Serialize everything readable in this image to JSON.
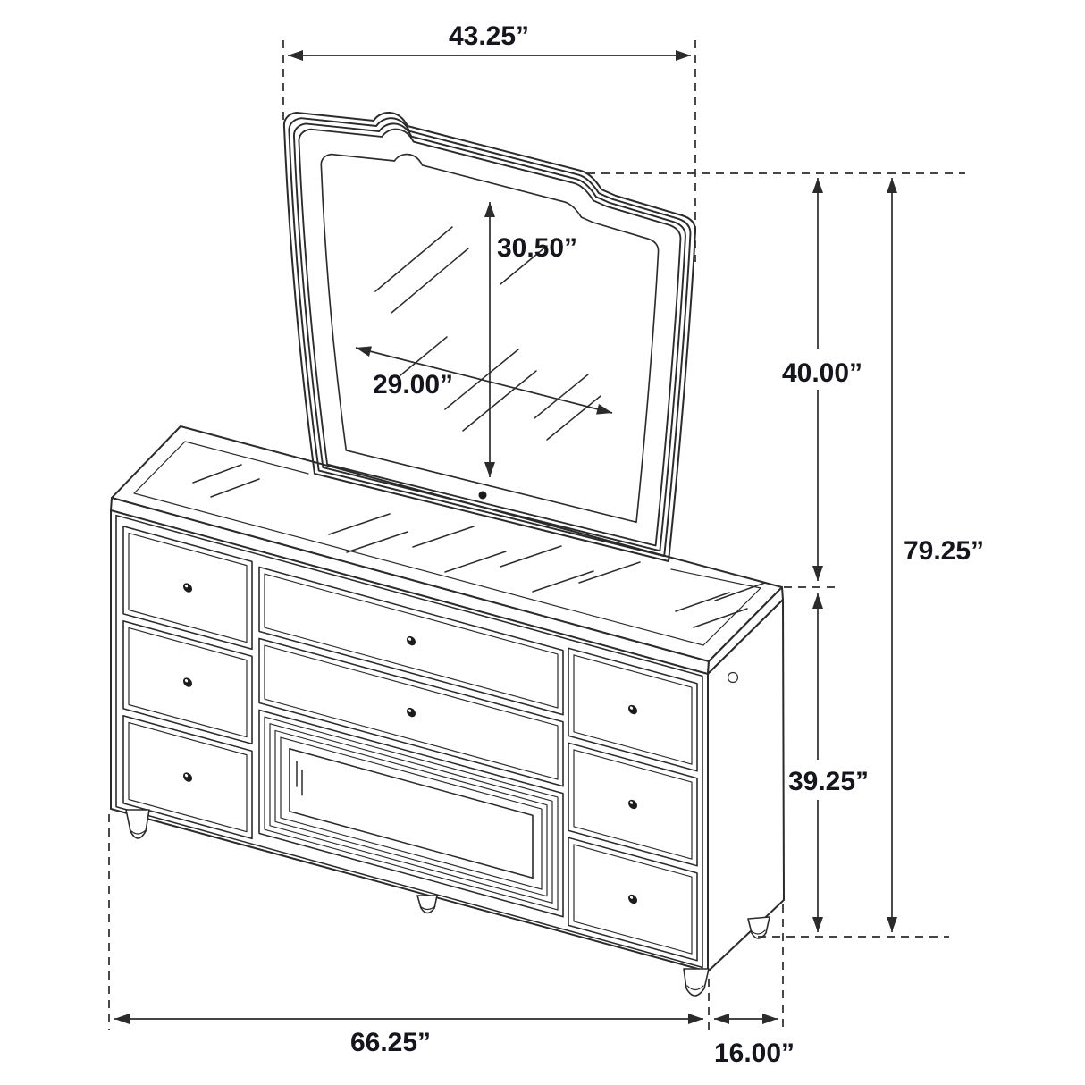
{
  "palette": {
    "background": "#ffffff",
    "line_color": "#2b2b2b",
    "label_color": "#15151e"
  },
  "drawing": {
    "subject": "dresser-with-mirror dimension diagram",
    "style": "black line technical drawing with dashed extension lines and arrowed dimension lines",
    "dims": {
      "mirror_frame_width": "43.25”",
      "mirror_glass_height": "30.50”",
      "mirror_glass_width": "29.00”",
      "mirror_height": "40.00”",
      "overall_height": "79.25”",
      "dresser_height": "39.25”",
      "dresser_width": "66.25”",
      "dresser_depth": "16.00”"
    }
  }
}
